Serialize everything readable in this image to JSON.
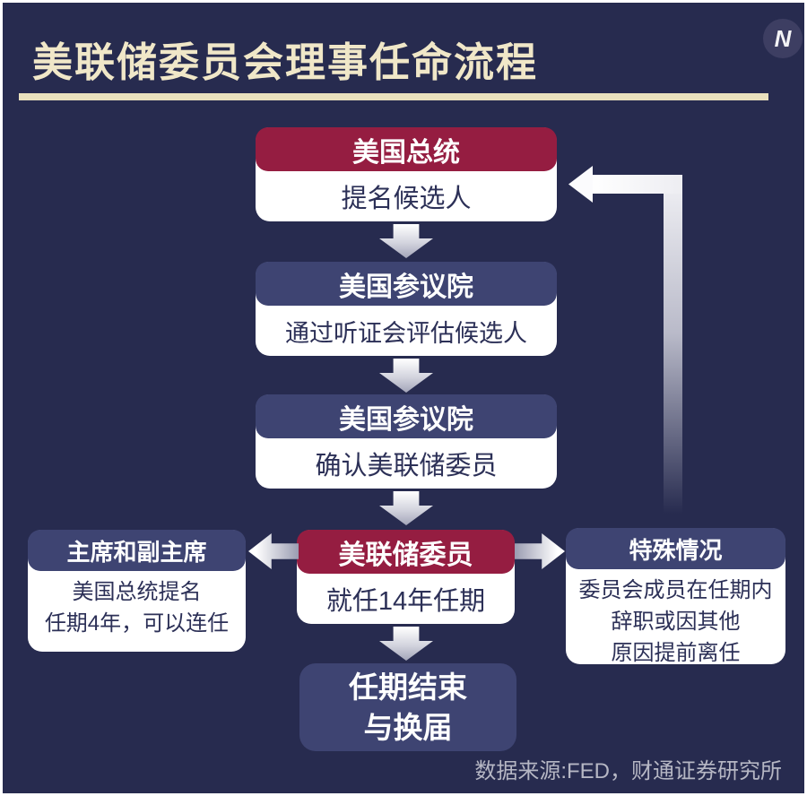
{
  "page": {
    "title": "美联储委员会理事任命流程",
    "logo_letter": "N",
    "source": "数据来源:FED，财通证券研究所"
  },
  "colors": {
    "background": "#272b4f",
    "red_header": "#951d41",
    "navy_header": "#3e4472",
    "box_body_bg": "#ffffff",
    "body_text": "#2c3057",
    "title_text": "#f0e7c8",
    "underline": "#e9e0bd",
    "footer_text": "#b6b7c4",
    "logo_circle": "#3d3e62"
  },
  "flow": {
    "step1": {
      "header": "美国总统",
      "body": "提名候选人"
    },
    "step2": {
      "header": "美国参议院",
      "body": "通过听证会评估候选人"
    },
    "step3": {
      "header": "美国参议院",
      "body": "确认美联储委员"
    },
    "step4": {
      "header": "美联储委员",
      "body": "就任14年任期"
    },
    "left_branch": {
      "header": "主席和副主席",
      "body_line1": "美国总统提名",
      "body_line2": "任期4年，可以连任"
    },
    "right_branch": {
      "header": "特殊情况",
      "body_line1": "委员会成员在任期内",
      "body_line2": "辞职或因其他",
      "body_line3": "原因提前离任"
    },
    "end": {
      "line1": "任期结束",
      "line2": "与换届"
    }
  }
}
